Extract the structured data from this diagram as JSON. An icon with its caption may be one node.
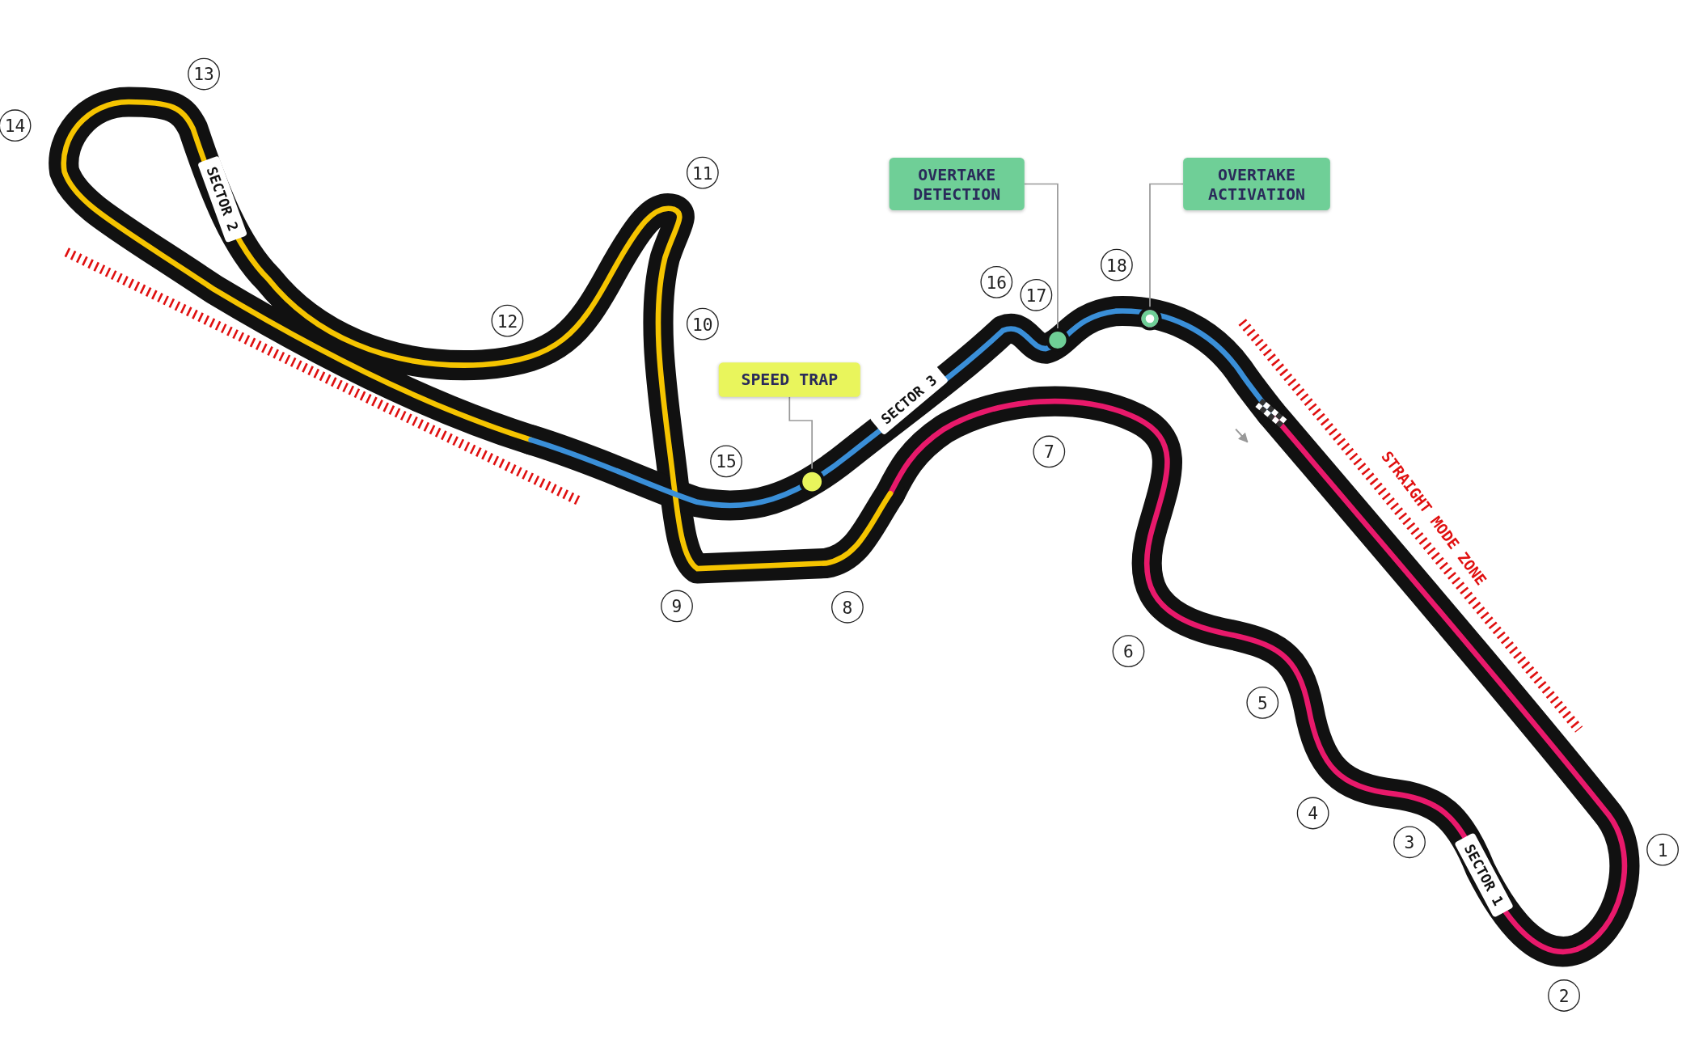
{
  "diagram": {
    "nodes": [
      {
        "text": [
          "OVERTAKE DETECTION"
        ]
      },
      {
        "text": [
          "OVERTAKE ACTIVATION"
        ]
      },
      {
        "text": [
          "SPEED TRAP"
        ]
      },
      {
        "text": [],
        "shape": "circle"
      },
      {
        "text": [],
        "shape": "circle"
      },
      {
        "text": [],
        "shape": "circle"
      }
    ],
    "edges": [
      {
        "from": 0,
        "to": 3,
        "arrow": "none"
      },
      {
        "from": 1,
        "to": 4,
        "arrow": "none"
      },
      {
        "from": 2,
        "to": 5,
        "arrow": "none"
      }
    ],
    "labels": [
      "13",
      "14",
      "11",
      "SECTOR 2",
      "16",
      "18",
      "17",
      "12",
      "10",
      "SECTOR 3",
      "15",
      "7",
      "STRAIGHT MODE ZONE",
      "9",
      "8",
      "6",
      "5",
      "4",
      "3",
      "1",
      "SECTOR 1",
      "2"
    ]
  }
}
